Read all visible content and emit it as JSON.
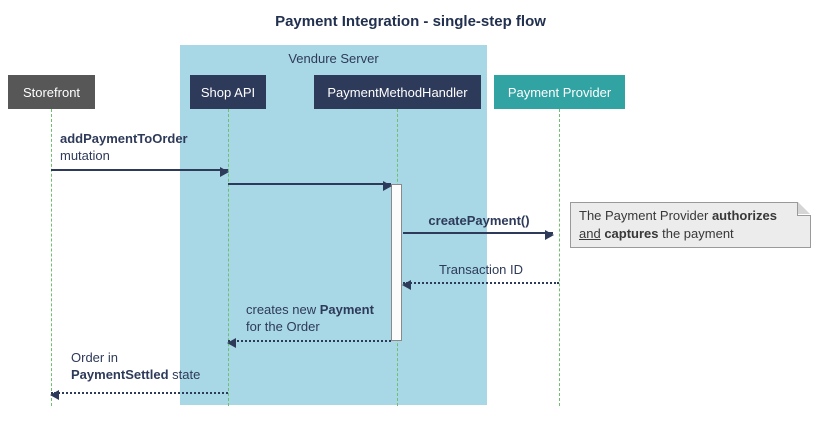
{
  "title": "Payment Integration - single-step flow",
  "frame": {
    "label": "Vendure Server"
  },
  "participants": {
    "storefront": "Storefront",
    "shop_api": "Shop API",
    "handler": "PaymentMethodHandler",
    "provider": "Payment Provider"
  },
  "messages": {
    "add_payment": {
      "name": "addPaymentToOrder",
      "suffix": "mutation"
    },
    "create_payment": {
      "label": "createPayment()"
    },
    "transaction_id": {
      "label": "Transaction ID"
    },
    "creates_payment": {
      "pre": "creates new ",
      "bold": "Payment",
      "line2": "for the Order"
    },
    "order_state": {
      "line1": "Order in",
      "bold": "PaymentSettled",
      "rest": " state"
    }
  },
  "note": {
    "line1_text": "The Payment Provider ",
    "line1_bold": "authorizes",
    "and_word": "and",
    "captures_bold": " captures",
    "rest": " the payment"
  },
  "colors": {
    "navy": "#2e3a59",
    "teal": "#31a3a3",
    "dark_gray": "#575757",
    "frame_blue": "#a8d8e6",
    "lifeline_green": "#6fbf6f",
    "note_bg": "#ececec",
    "arrow": "#2e3a59"
  }
}
